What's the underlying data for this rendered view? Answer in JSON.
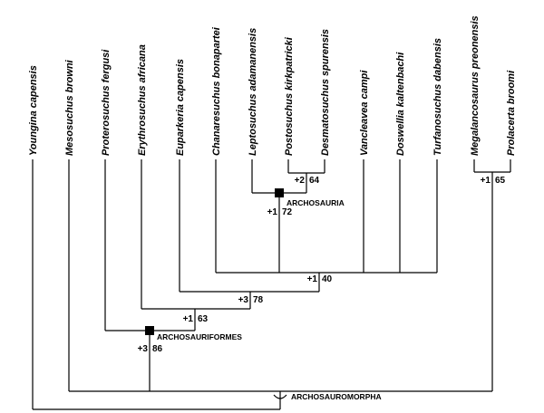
{
  "taxa": [
    "Youngina capensis",
    "Mesosuchus browni",
    "Proterosuchus fergusi",
    "Erythrosuchus africana",
    "Euparkeria capensis",
    "Chanaresuchus bonapartei",
    "Leptosuchus adamanensis",
    "Postosuchus kirkpatricki",
    "Desmatosuchus spurensis",
    "Vancleavea campi",
    "Doswellia kaltenbachi",
    "Turfanosuchus dabensis",
    "Megalancosaurus preonensis",
    "Prolacerta broomi"
  ],
  "clades": {
    "archosauria": "ARCHOSAURIA",
    "archosauriformes": "ARCHOSAURIFORMES",
    "archosauromorpha": "ARCHOSAUROMORPHA"
  },
  "support": {
    "postosuchus_desmatosuchus": {
      "decay": "+2",
      "bootstrap": "64"
    },
    "archosauria": {
      "decay": "+1",
      "bootstrap": "72"
    },
    "megalancosaurus_prolacerta": {
      "decay": "+1",
      "bootstrap": "65"
    },
    "chanaresuchus_node": {
      "decay": "+1",
      "bootstrap": "40"
    },
    "euparkeria_node": {
      "decay": "+3",
      "bootstrap": "78"
    },
    "erythrosuchus_node": {
      "decay": "+1",
      "bootstrap": "63"
    },
    "archosauriformes": {
      "decay": "+3",
      "bootstrap": "86"
    }
  }
}
